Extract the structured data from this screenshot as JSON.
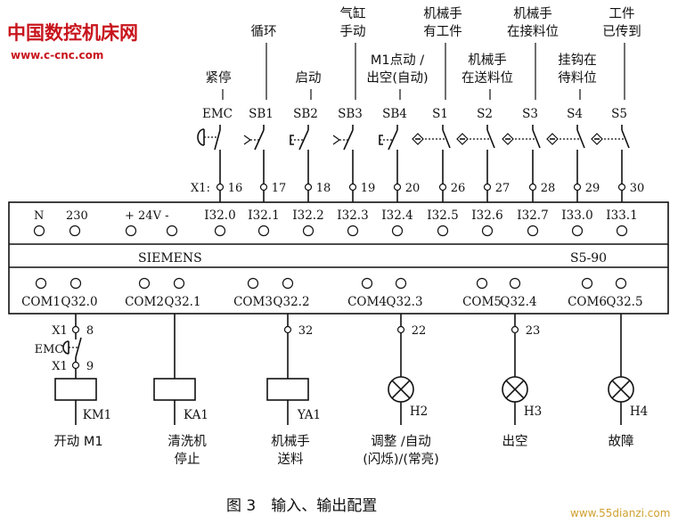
{
  "watermark": {
    "brand": "中国数控机床网",
    "url": "www.c-cnc.com",
    "corner": "www.55dianzi.com"
  },
  "caption": "图 3　输入、输出配置",
  "plc": {
    "brand": "SIEMENS",
    "model": "S5-90",
    "power": {
      "n": "N",
      "v230": "230",
      "v24": "+ 24V -"
    }
  },
  "terminal_prefix": "X1:",
  "inputs": [
    {
      "label": "紧停",
      "code": "EMC",
      "terminal": "16",
      "address": "I32.0",
      "kind": "nc-button"
    },
    {
      "label": "循环",
      "code": "SB1",
      "terminal": "17",
      "address": "I32.1",
      "kind": "no-push"
    },
    {
      "label": "启动",
      "code": "SB2",
      "terminal": "18",
      "address": "I32.2",
      "kind": "no-button"
    },
    {
      "label": "气缸\n手动",
      "code": "SB3",
      "terminal": "19",
      "address": "I32.3",
      "kind": "no-push"
    },
    {
      "label": "M1点动 /\n出空(自动)",
      "code": "SB4",
      "terminal": "20",
      "address": "I32.4",
      "kind": "no-button"
    },
    {
      "label": "机械手\n有工件",
      "code": "S1",
      "terminal": "26",
      "address": "I32.5",
      "kind": "prox"
    },
    {
      "label": "机械手\n在送料位",
      "code": "S2",
      "terminal": "27",
      "address": "I32.6",
      "kind": "prox"
    },
    {
      "label": "机械手\n在接料位",
      "code": "S3",
      "terminal": "28",
      "address": "I32.7",
      "kind": "prox"
    },
    {
      "label": "挂钩在\n待料位",
      "code": "S4",
      "terminal": "29",
      "address": "I33.0",
      "kind": "prox"
    },
    {
      "label": "工件\n已传到",
      "code": "S5",
      "terminal": "30",
      "address": "I33.1",
      "kind": "prox"
    }
  ],
  "outputs": [
    {
      "com": "COM1",
      "address": "Q32.0",
      "terminals": [
        "8",
        "9"
      ],
      "terminal_prefix": "X1",
      "extra": "EMC",
      "load_kind": "relay",
      "code": "KM1",
      "label": "开动 M1"
    },
    {
      "com": "COM2",
      "address": "Q32.1",
      "terminals": [],
      "load_kind": "relay",
      "code": "KA1",
      "label": "清洗机\n停止"
    },
    {
      "com": "COM3",
      "address": "Q32.2",
      "terminals": [
        "32"
      ],
      "load_kind": "relay",
      "code": "YA1",
      "label": "机械手\n送料"
    },
    {
      "com": "COM4",
      "address": "Q32.3",
      "terminals": [
        "22"
      ],
      "load_kind": "lamp",
      "code": "H2",
      "label": "调整 /自动\n(闪烁)/(常亮)"
    },
    {
      "com": "COM5",
      "address": "Q32.4",
      "terminals": [
        "23"
      ],
      "load_kind": "lamp",
      "code": "H3",
      "label": "出空"
    },
    {
      "com": "COM6",
      "address": "Q32.5",
      "terminals": [],
      "load_kind": "lamp",
      "code": "H4",
      "label": "故障"
    }
  ]
}
